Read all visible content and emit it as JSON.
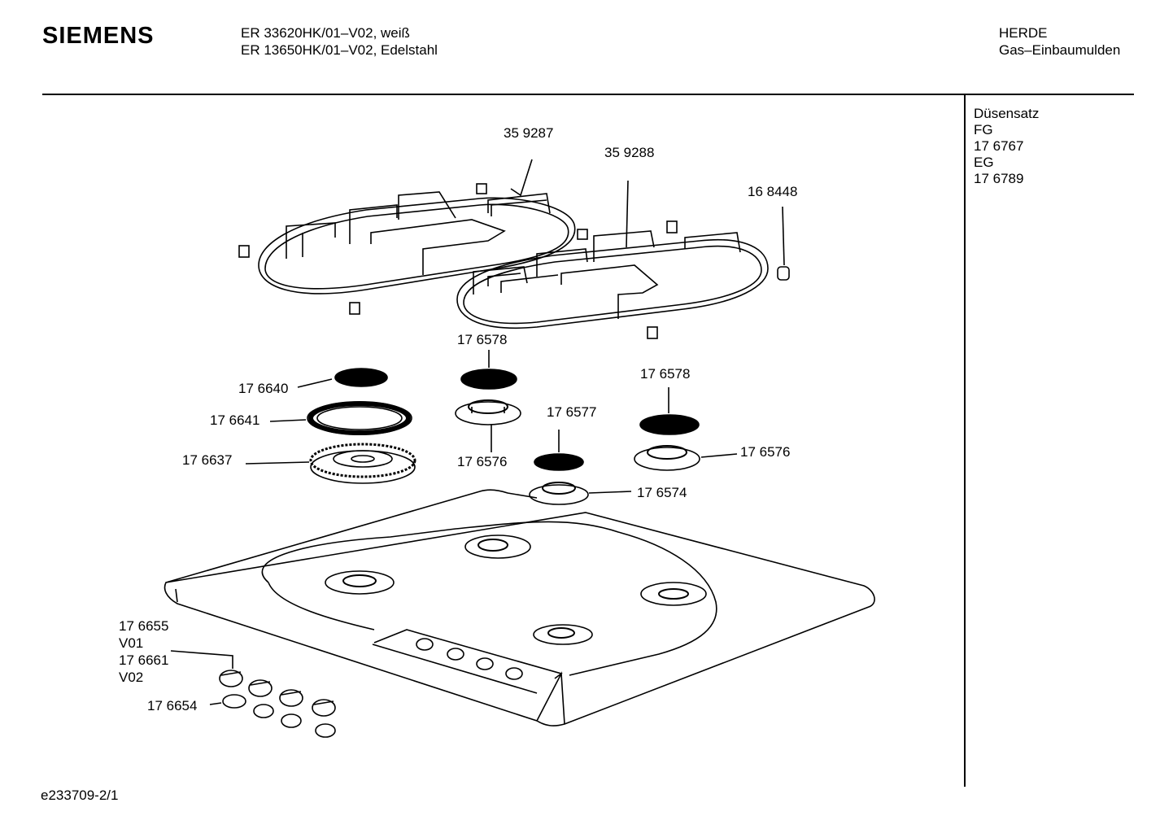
{
  "header": {
    "brand": "SIEMENS",
    "model_line_1": "ER 33620HK/01–V02, weiß",
    "model_line_2": "ER 13650HK/01–V02, Edelstahl",
    "category_line_1": "HERDE",
    "category_line_2": "Gas–Einbaumulden"
  },
  "side_panel": {
    "lines": [
      "Düsensatz",
      "FG",
      "17 6767",
      "EG",
      "17 6789"
    ]
  },
  "part_labels": {
    "grate_left": "35 9287",
    "grate_right": "35 9288",
    "grate_foot": "16 8448",
    "cap_top_center": "17 6578",
    "cap_small_left": "17 6640",
    "ring_left": "17 6641",
    "burner_large": "17 6637",
    "burner_center": "17 6576",
    "cap_right": "17 6578",
    "cap_small_mid": "17 6577",
    "burner_right": "17 6576",
    "burner_small": "17 6574",
    "knob_1": "17 6655",
    "knob_1_variant": "V01",
    "knob_2": "17 6661",
    "knob_2_variant": "V02",
    "knob_cap": "17 6654"
  },
  "footer": {
    "doc_id": "e233709-2/1"
  }
}
